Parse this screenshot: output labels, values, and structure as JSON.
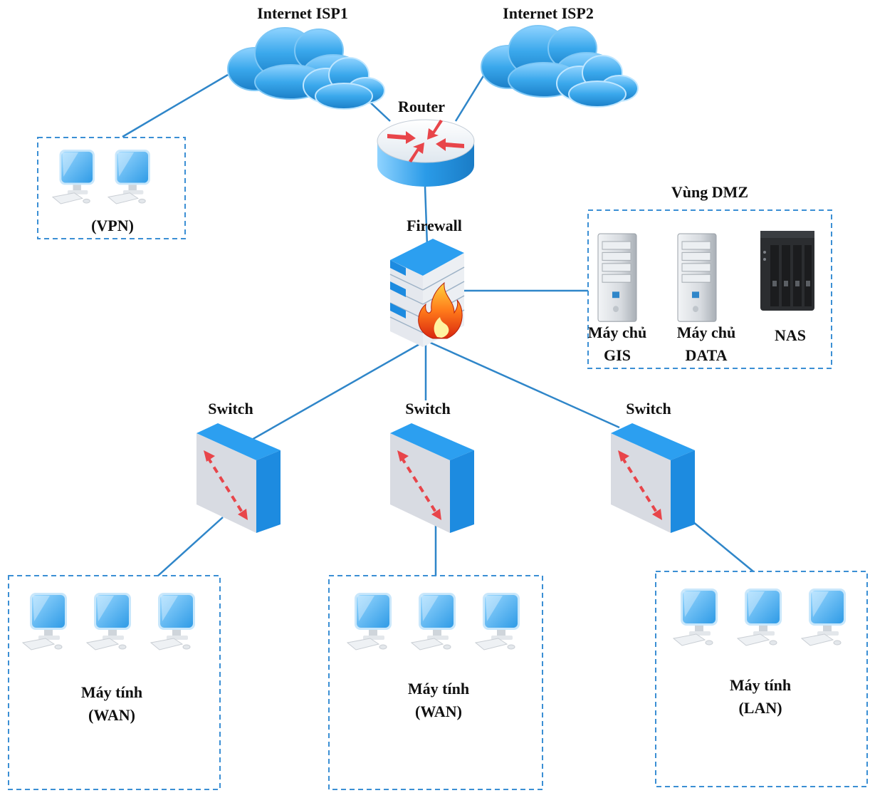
{
  "labels": {
    "isp1": "Internet ISP1",
    "isp2": "Internet ISP2",
    "router": "Router",
    "firewall": "Firewall",
    "dmz_title": "Vùng DMZ",
    "vpn": "(VPN)",
    "server_gis_line1": "Máy chủ",
    "server_gis_line2": "GIS",
    "server_data_line1": "Máy chủ",
    "server_data_line2": "DATA",
    "nas": "NAS",
    "switch_left": "Switch",
    "switch_mid": "Switch",
    "switch_right": "Switch",
    "group_left_line1": "Máy tính",
    "group_left_line2": "(WAN)",
    "group_mid_line1": "Máy tính",
    "group_mid_line2": "(WAN)",
    "group_right_line1": "Máy tính",
    "group_right_line2": "(LAN)"
  },
  "colors": {
    "link": "#2f86c9",
    "cloud": "#3aa8ec",
    "device_blue": "#1f9bea",
    "device_face": "#d9dde4",
    "arrow": "#e8454a",
    "group_border": "#3b8fd4"
  },
  "icons": {
    "cloud": "cloud-icon",
    "router": "router-icon",
    "firewall": "firewall-icon",
    "switch": "switch-icon",
    "computer": "computer-icon",
    "server": "server-icon",
    "nas": "nas-icon"
  }
}
